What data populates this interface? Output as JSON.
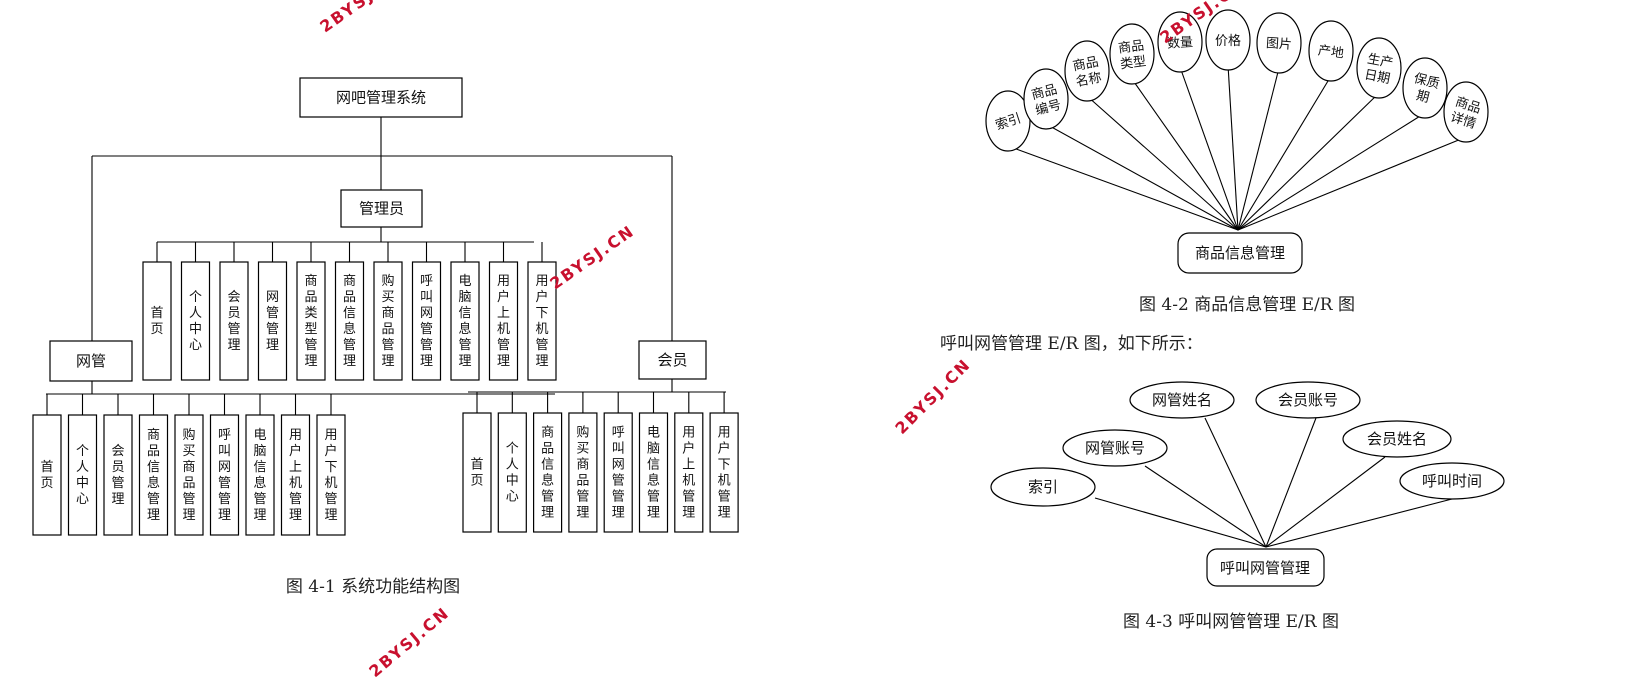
{
  "structure": {
    "root": "网吧管理系统",
    "admin": {
      "label": "管理员",
      "items": [
        "首页",
        "个人中心",
        "会员管理",
        "网管管理",
        "商品类型管理",
        "商品信息管理",
        "购买商品管理",
        "呼叫网管管理",
        "电脑信息管理",
        "用户上机管理",
        "用户下机管理"
      ]
    },
    "netadmin": {
      "label": "网管",
      "items": [
        "首页",
        "个人中心",
        "会员管理",
        "商品信息管理",
        "购买商品管理",
        "呼叫网管管理",
        "电脑信息管理",
        "用户上机管理",
        "用户下机管理"
      ]
    },
    "member": {
      "label": "会员",
      "items": [
        "首页",
        "个人中心",
        "商品信息管理",
        "购买商品管理",
        "呼叫网管管理",
        "电脑信息管理",
        "用户上机管理",
        "用户下机管理"
      ]
    },
    "caption": "图 4-1 系统功能结构图"
  },
  "er_goods": {
    "entity": "商品信息管理",
    "attributes": [
      "索引",
      "商品编号",
      "商品名称",
      "商品类型",
      "数量",
      "价格",
      "图片",
      "产地",
      "生产日期",
      "保质期",
      "商品详情"
    ],
    "caption": "图 4-2 商品信息管理 E/R 图"
  },
  "intro_text": "呼叫网管管理 E/R 图，如下所示：",
  "er_call": {
    "entity": "呼叫网管管理",
    "attributes": [
      "索引",
      "网管账号",
      "网管姓名",
      "会员账号",
      "会员姓名",
      "呼叫时间"
    ],
    "caption": "图 4-3 呼叫网管管理 E/R 图"
  },
  "watermark": "2BYSJ.CN"
}
